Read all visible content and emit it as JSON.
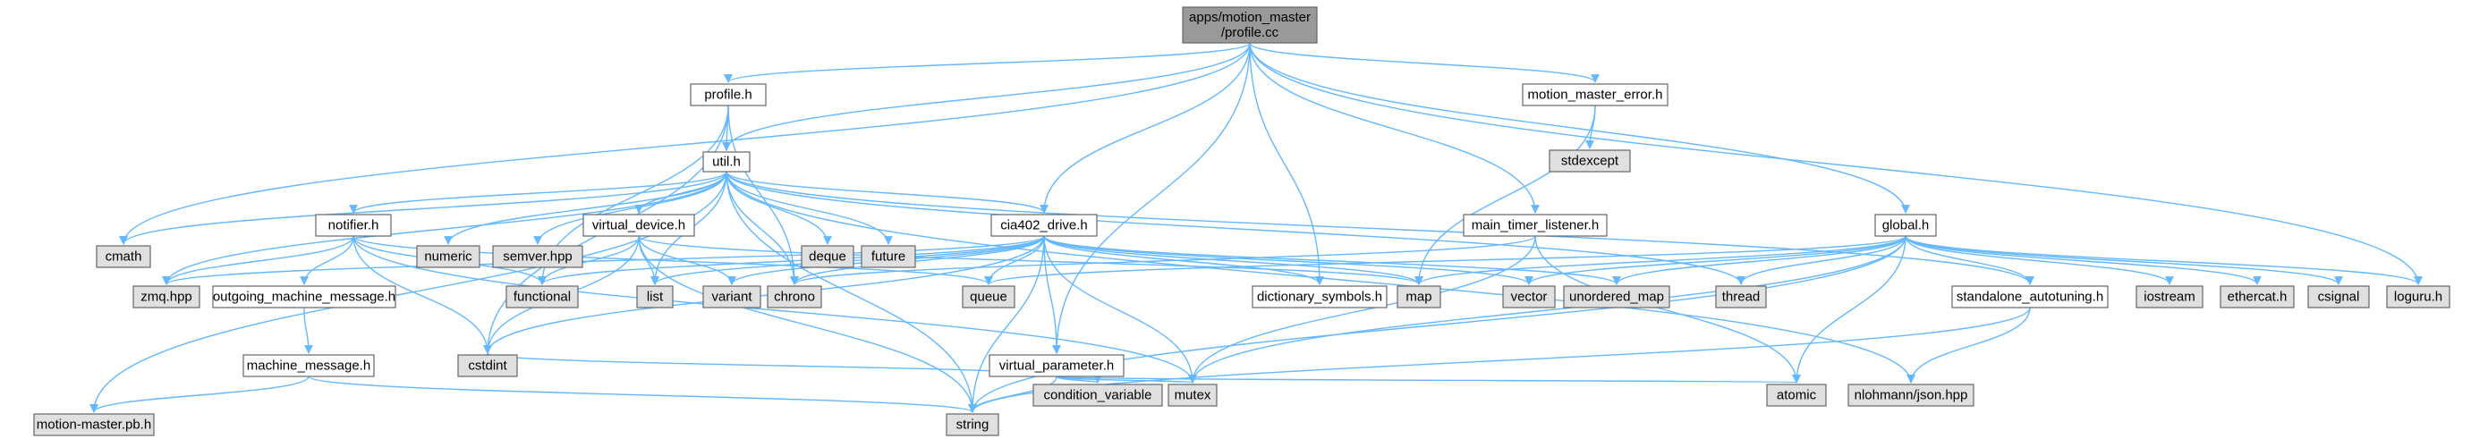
{
  "colors": {
    "root_fill": "#999999",
    "local_fill": "#ffffff",
    "system_fill": "#e0e0e0",
    "edge": "#63b8ff",
    "border": "#666666"
  },
  "nodes": [
    {
      "id": "root",
      "lines": [
        "apps/motion_master",
        "/profile.cc"
      ],
      "kind": "root"
    },
    {
      "id": "profile_h",
      "lines": [
        "profile.h"
      ],
      "kind": "local"
    },
    {
      "id": "motion_master_error_h",
      "lines": [
        "motion_master_error.h"
      ],
      "kind": "local"
    },
    {
      "id": "stdexcept",
      "lines": [
        "stdexcept"
      ],
      "kind": "system"
    },
    {
      "id": "util_h",
      "lines": [
        "util.h"
      ],
      "kind": "local"
    },
    {
      "id": "cmath",
      "lines": [
        "cmath"
      ],
      "kind": "system"
    },
    {
      "id": "notifier_h",
      "lines": [
        "notifier.h"
      ],
      "kind": "local"
    },
    {
      "id": "numeric",
      "lines": [
        "numeric"
      ],
      "kind": "system"
    },
    {
      "id": "semver_hpp",
      "lines": [
        "semver.hpp"
      ],
      "kind": "system"
    },
    {
      "id": "virtual_device_h",
      "lines": [
        "virtual_device.h"
      ],
      "kind": "local"
    },
    {
      "id": "deque",
      "lines": [
        "deque"
      ],
      "kind": "system"
    },
    {
      "id": "future",
      "lines": [
        "future"
      ],
      "kind": "system"
    },
    {
      "id": "cia402_drive_h",
      "lines": [
        "cia402_drive.h"
      ],
      "kind": "local"
    },
    {
      "id": "main_timer_listener_h",
      "lines": [
        "main_timer_listener.h"
      ],
      "kind": "local"
    },
    {
      "id": "global_h",
      "lines": [
        "global.h"
      ],
      "kind": "local"
    },
    {
      "id": "zmq_hpp",
      "lines": [
        "zmq.hpp"
      ],
      "kind": "system"
    },
    {
      "id": "outgoing_machine_message_h",
      "lines": [
        "outgoing_machine_message.h"
      ],
      "kind": "local"
    },
    {
      "id": "functional",
      "lines": [
        "functional"
      ],
      "kind": "system"
    },
    {
      "id": "list",
      "lines": [
        "list"
      ],
      "kind": "system"
    },
    {
      "id": "variant",
      "lines": [
        "variant"
      ],
      "kind": "system"
    },
    {
      "id": "chrono",
      "lines": [
        "chrono"
      ],
      "kind": "system"
    },
    {
      "id": "queue",
      "lines": [
        "queue"
      ],
      "kind": "system"
    },
    {
      "id": "dictionary_symbols_h",
      "lines": [
        "dictionary_symbols.h"
      ],
      "kind": "local"
    },
    {
      "id": "map",
      "lines": [
        "map"
      ],
      "kind": "system"
    },
    {
      "id": "vector",
      "lines": [
        "vector"
      ],
      "kind": "system"
    },
    {
      "id": "unordered_map",
      "lines": [
        "unordered_map"
      ],
      "kind": "system"
    },
    {
      "id": "thread",
      "lines": [
        "thread"
      ],
      "kind": "system"
    },
    {
      "id": "standalone_autotuning_h",
      "lines": [
        "standalone_autotuning.h"
      ],
      "kind": "local"
    },
    {
      "id": "iostream",
      "lines": [
        "iostream"
      ],
      "kind": "system"
    },
    {
      "id": "ethercat_h",
      "lines": [
        "ethercat.h"
      ],
      "kind": "system"
    },
    {
      "id": "csignal",
      "lines": [
        "csignal"
      ],
      "kind": "system"
    },
    {
      "id": "loguru_h",
      "lines": [
        "loguru.h"
      ],
      "kind": "system"
    },
    {
      "id": "machine_message_h",
      "lines": [
        "machine_message.h"
      ],
      "kind": "local"
    },
    {
      "id": "cstdint",
      "lines": [
        "cstdint"
      ],
      "kind": "system"
    },
    {
      "id": "virtual_parameter_h",
      "lines": [
        "virtual_parameter.h"
      ],
      "kind": "local"
    },
    {
      "id": "condition_variable",
      "lines": [
        "condition_variable"
      ],
      "kind": "system"
    },
    {
      "id": "mutex",
      "lines": [
        "mutex"
      ],
      "kind": "system"
    },
    {
      "id": "atomic",
      "lines": [
        "atomic"
      ],
      "kind": "system"
    },
    {
      "id": "nlohmann_json_hpp",
      "lines": [
        "nlohmann/json.hpp"
      ],
      "kind": "system"
    },
    {
      "id": "motion_master_pb_h",
      "lines": [
        "motion-master.pb.h"
      ],
      "kind": "system"
    },
    {
      "id": "string",
      "lines": [
        "string"
      ],
      "kind": "system"
    }
  ],
  "edges": [
    [
      "root",
      "profile_h"
    ],
    [
      "root",
      "util_h"
    ],
    [
      "root",
      "cmath"
    ],
    [
      "root",
      "cia402_drive_h"
    ],
    [
      "root",
      "virtual_parameter_h"
    ],
    [
      "root",
      "dictionary_symbols_h"
    ],
    [
      "root",
      "main_timer_listener_h"
    ],
    [
      "root",
      "motion_master_error_h"
    ],
    [
      "root",
      "global_h"
    ],
    [
      "root",
      "loguru_h"
    ],
    [
      "profile_h",
      "util_h"
    ],
    [
      "profile_h",
      "functional"
    ],
    [
      "profile_h",
      "cstdint"
    ],
    [
      "profile_h",
      "chrono"
    ],
    [
      "motion_master_error_h",
      "stdexcept"
    ],
    [
      "motion_master_error_h",
      "map"
    ],
    [
      "util_h",
      "cmath"
    ],
    [
      "util_h",
      "notifier_h"
    ],
    [
      "util_h",
      "numeric"
    ],
    [
      "util_h",
      "semver_hpp"
    ],
    [
      "util_h",
      "virtual_device_h"
    ],
    [
      "util_h",
      "deque"
    ],
    [
      "util_h",
      "future"
    ],
    [
      "util_h",
      "cia402_drive_h"
    ],
    [
      "util_h",
      "zmq_hpp"
    ],
    [
      "util_h",
      "list"
    ],
    [
      "util_h",
      "chrono"
    ],
    [
      "util_h",
      "thread"
    ],
    [
      "util_h",
      "standalone_autotuning_h"
    ],
    [
      "util_h",
      "motion_master_pb_h"
    ],
    [
      "util_h",
      "string"
    ],
    [
      "util_h",
      "nlohmann_json_hpp"
    ],
    [
      "notifier_h",
      "zmq_hpp"
    ],
    [
      "notifier_h",
      "outgoing_machine_message_h"
    ],
    [
      "notifier_h",
      "functional"
    ],
    [
      "notifier_h",
      "cstdint"
    ],
    [
      "notifier_h",
      "mutex"
    ],
    [
      "notifier_h",
      "queue"
    ],
    [
      "outgoing_machine_message_h",
      "machine_message_h"
    ],
    [
      "machine_message_h",
      "motion_master_pb_h"
    ],
    [
      "machine_message_h",
      "string"
    ],
    [
      "virtual_device_h",
      "functional"
    ],
    [
      "virtual_device_h",
      "list"
    ],
    [
      "virtual_device_h",
      "variant"
    ],
    [
      "virtual_device_h",
      "cstdint"
    ],
    [
      "virtual_device_h",
      "string"
    ],
    [
      "virtual_device_h",
      "map"
    ],
    [
      "cia402_drive_h",
      "functional"
    ],
    [
      "cia402_drive_h",
      "list"
    ],
    [
      "cia402_drive_h",
      "variant"
    ],
    [
      "cia402_drive_h",
      "chrono"
    ],
    [
      "cia402_drive_h",
      "queue"
    ],
    [
      "cia402_drive_h",
      "dictionary_symbols_h"
    ],
    [
      "cia402_drive_h",
      "map"
    ],
    [
      "cia402_drive_h",
      "vector"
    ],
    [
      "cia402_drive_h",
      "unordered_map"
    ],
    [
      "cia402_drive_h",
      "virtual_parameter_h"
    ],
    [
      "cia402_drive_h",
      "cstdint"
    ],
    [
      "cia402_drive_h",
      "mutex"
    ],
    [
      "cia402_drive_h",
      "string"
    ],
    [
      "cia402_drive_h",
      "zmq_hpp"
    ],
    [
      "virtual_parameter_h",
      "cstdint"
    ],
    [
      "virtual_parameter_h",
      "condition_variable"
    ],
    [
      "virtual_parameter_h",
      "mutex"
    ],
    [
      "virtual_parameter_h",
      "atomic"
    ],
    [
      "virtual_parameter_h",
      "string"
    ],
    [
      "main_timer_listener_h",
      "chrono"
    ],
    [
      "main_timer_listener_h",
      "mutex"
    ],
    [
      "main_timer_listener_h",
      "atomic"
    ],
    [
      "global_h",
      "map"
    ],
    [
      "global_h",
      "vector"
    ],
    [
      "global_h",
      "queue"
    ],
    [
      "global_h",
      "unordered_map"
    ],
    [
      "global_h",
      "thread"
    ],
    [
      "global_h",
      "standalone_autotuning_h"
    ],
    [
      "global_h",
      "iostream"
    ],
    [
      "global_h",
      "ethercat_h"
    ],
    [
      "global_h",
      "csignal"
    ],
    [
      "global_h",
      "loguru_h"
    ],
    [
      "global_h",
      "mutex"
    ],
    [
      "global_h",
      "atomic"
    ],
    [
      "global_h",
      "string"
    ],
    [
      "standalone_autotuning_h",
      "nlohmann_json_hpp"
    ],
    [
      "standalone_autotuning_h",
      "string"
    ]
  ]
}
